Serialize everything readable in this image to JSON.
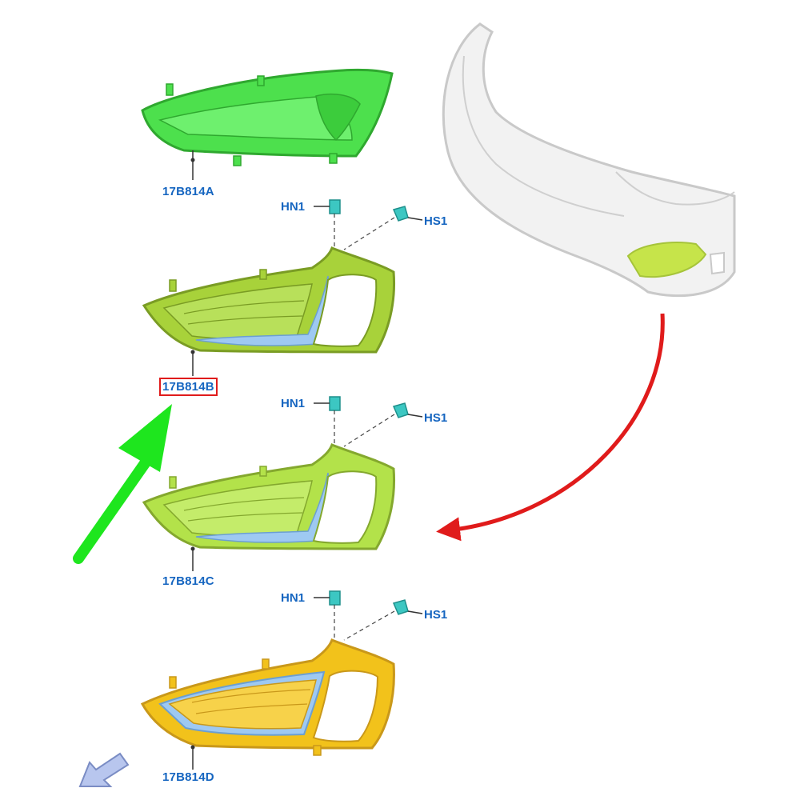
{
  "parts": [
    {
      "id": "a",
      "label": "17B814A",
      "fill": "#4de04d",
      "highlighted": false
    },
    {
      "id": "b",
      "label": "17B814B",
      "fill": "#a8d23a",
      "highlighted": true
    },
    {
      "id": "c",
      "label": "17B814C",
      "fill": "#b3e24a",
      "highlighted": false
    },
    {
      "id": "d",
      "label": "17B814D",
      "fill": "#f2c21b",
      "highlighted": false
    }
  ],
  "fasteners": {
    "nut_label": "HN1",
    "screw_label": "HS1"
  },
  "colors": {
    "label_text": "#1565c0",
    "highlight_box": "#e01b1b",
    "green_arrow": "#1ee61e",
    "red_arrow": "#e01b1b",
    "fastener": "#3cc7c2",
    "lens_blue": "#9ec9f2",
    "bumper": "#f2f2f2"
  },
  "icons": [
    "green-pointer-arrow",
    "red-curved-arrow",
    "direction-arrow-icon",
    "bumper-illustration"
  ]
}
